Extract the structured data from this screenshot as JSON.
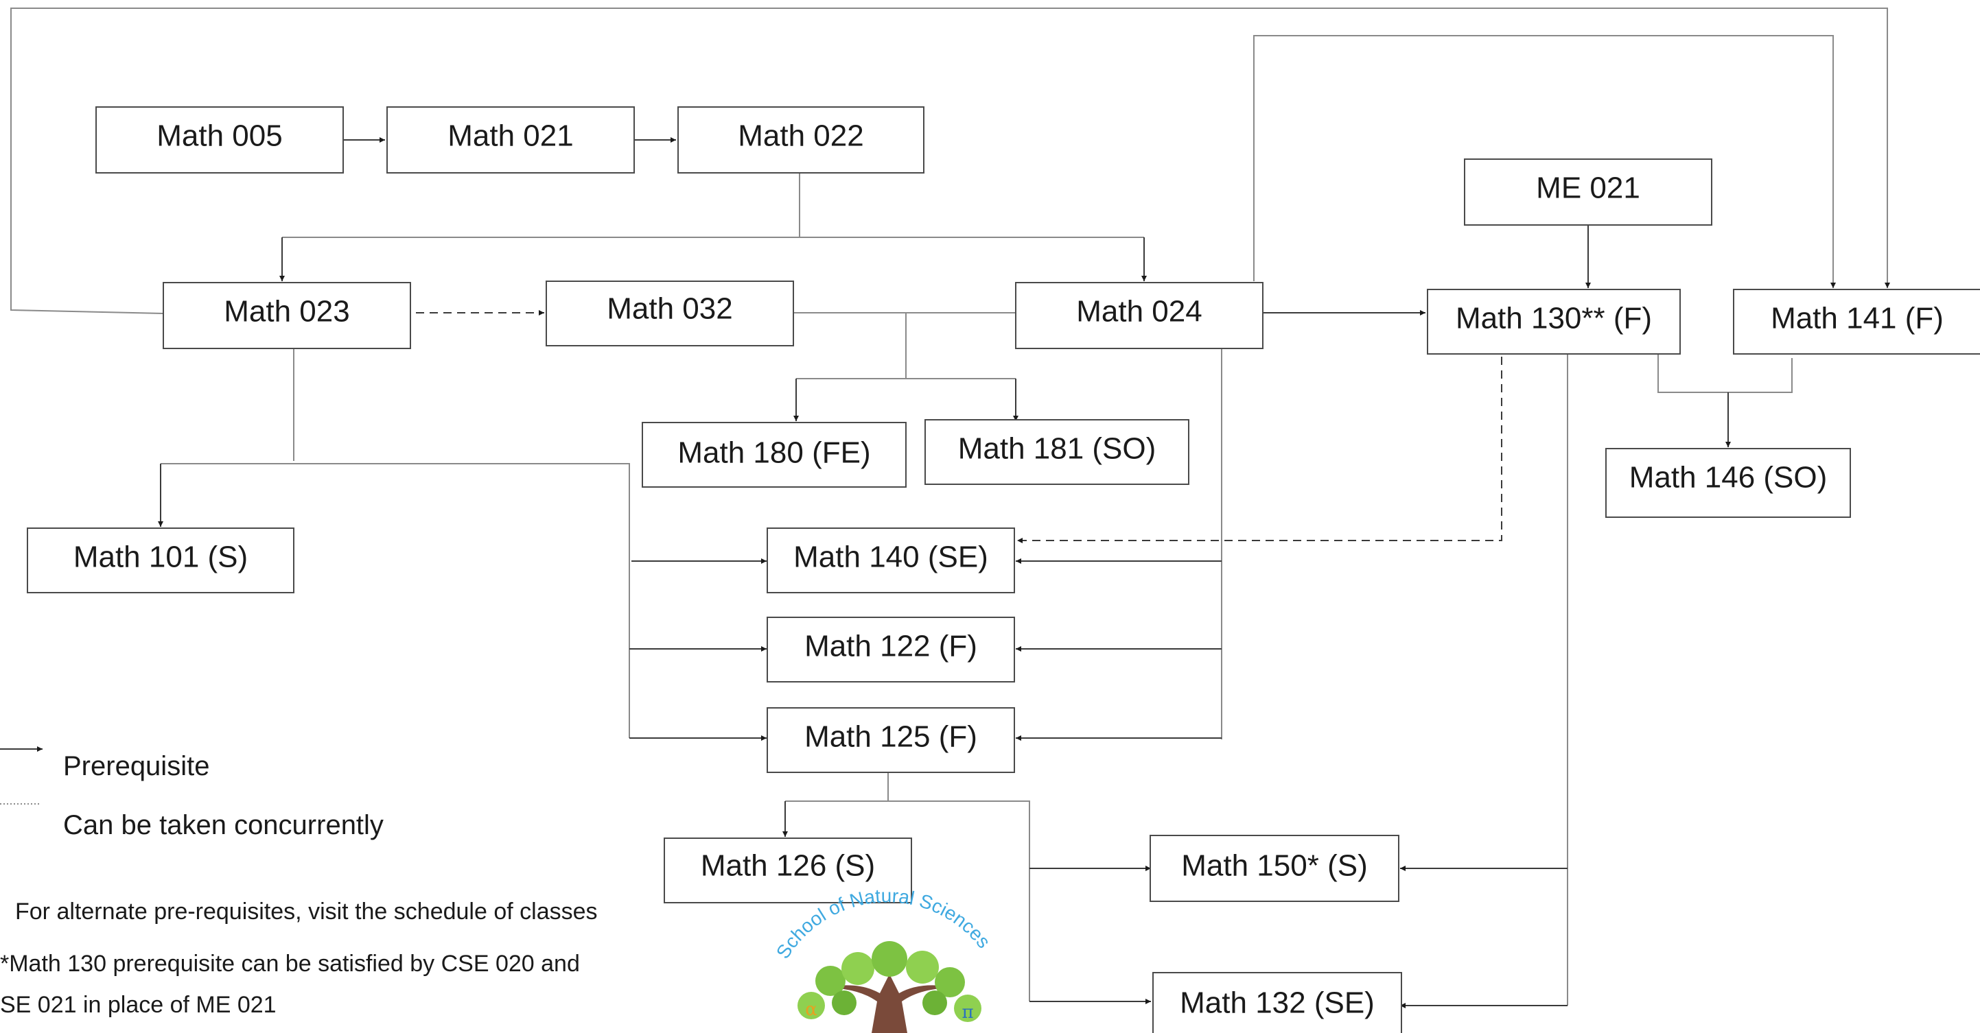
{
  "courses": {
    "math005": "Math  005",
    "math021": "Math  021",
    "math022": "Math  022",
    "math023": "Math  023",
    "math032": "Math  032",
    "math024": "Math  024",
    "me021": "ME  021",
    "math130": "Math  130** (F)",
    "math141": "Math  141 (F)",
    "math146": "Math  146 (SO)",
    "math180": "Math  180  (FE)",
    "math181": "Math  181  (SO)",
    "math101": "Math  101 (S)",
    "math140": "Math  140 (SE)",
    "math122": "Math  122 (F)",
    "math125": "Math  125 (F)",
    "math126": "Math  126 (S)",
    "math150": "Math  150* (S)",
    "math132": "Math  132 (SE)"
  },
  "legend": {
    "prerequisite": "Prerequisite",
    "concurrent": "Can be taken concurrently"
  },
  "notes": {
    "alternate": "For alternate pre-requisites, visit the schedule of classes",
    "math130_line1": "*Math 130 prerequisite can be satisfied by CSE 020 and",
    "math130_line2": "SE 021 in place of ME 021"
  },
  "logo": {
    "text": "School of Natural Sciences",
    "colors": {
      "text": "#3fa9e0",
      "leaves": "#7dc242",
      "trunk": "#7a4a3a"
    }
  }
}
